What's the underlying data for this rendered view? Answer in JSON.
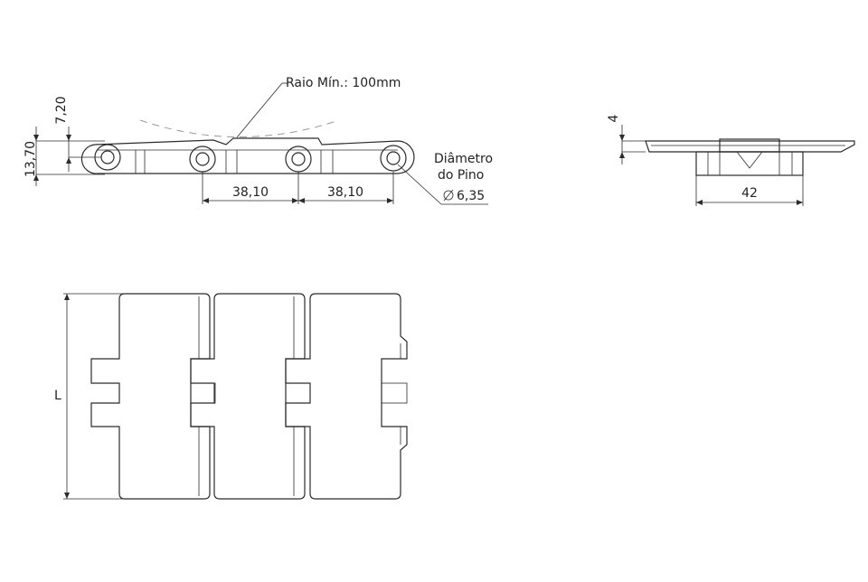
{
  "side_view": {
    "radius_note": "Raio Mín.: 100mm",
    "height_total": "13,70",
    "height_top": "7,20",
    "pitch_1": "38,10",
    "pitch_2": "38,10",
    "pin_label_line1": "Diâmetro",
    "pin_label_line2": "do Pino",
    "pin_diameter": "6,35"
  },
  "end_view": {
    "plate_thickness": "4",
    "hinge_width": "42"
  },
  "top_view": {
    "length_label": "L"
  },
  "colors": {
    "line": "#2b2b2b",
    "construction": "#9a9a9a"
  }
}
